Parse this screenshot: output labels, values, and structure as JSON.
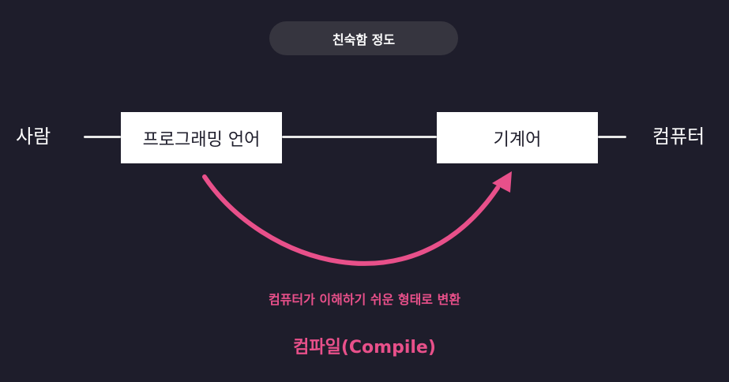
{
  "header": {
    "pill_label": "친숙함 정도"
  },
  "diagram": {
    "left_label": "사람",
    "right_label": "컴퓨터",
    "box_left": "프로그래밍 언어",
    "box_right": "기계어",
    "description": "컴퓨터가 이해하기 쉬운 형태로 변환",
    "title": "컴파일(Compile)"
  },
  "colors": {
    "background": "#1e1d2b",
    "accent": "#e8508a",
    "pill": "#36353f",
    "box": "#ffffff"
  }
}
